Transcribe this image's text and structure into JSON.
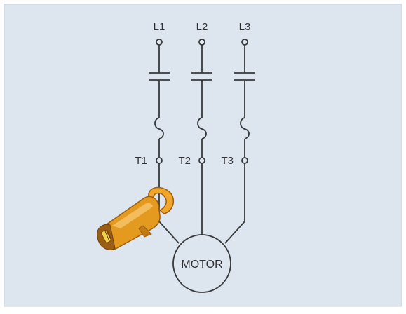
{
  "diagram": {
    "lines": [
      "L1",
      "L2",
      "L3"
    ],
    "terminals": [
      "T1",
      "T2",
      "T3"
    ],
    "motor_label": "MOTOR"
  },
  "icons": {
    "meter": "clamp-meter-icon"
  },
  "colors": {
    "background": "#dde5ef",
    "border": "#c9d3df",
    "wire": "#3a3a3a",
    "meter_body": "#e39a1f",
    "meter_dark": "#9a5d12",
    "meter_jaw": "#f0a62a",
    "meter_highlight": "#f6c36a",
    "meter_display": "#f3d34a"
  }
}
